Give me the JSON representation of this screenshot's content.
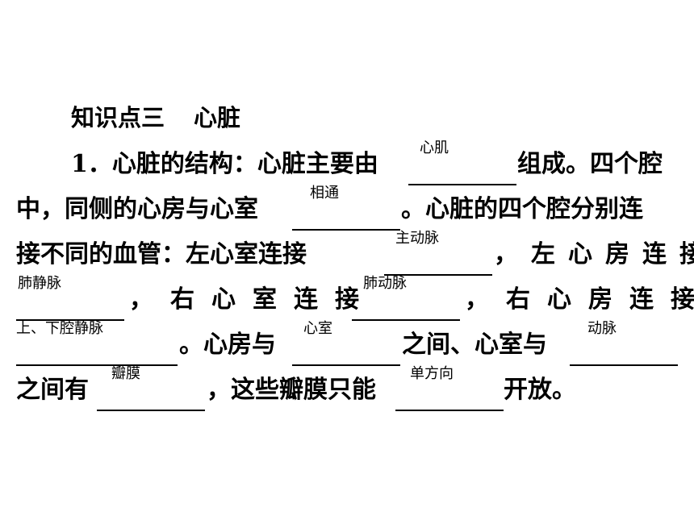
{
  "heading": {
    "title": "知识点三",
    "topic": "心脏"
  },
  "paragraph": {
    "l1a": "1．心脏的结构：心脏主要由",
    "l1b": "组成。四个腔",
    "l2a": "中，同侧的心房与心室",
    "l2b": "。心脏的四个腔分别连",
    "l3a": "接不同的血管：左心室连接",
    "l3b": "，左心房连接",
    "l4a": "，右心室连接",
    "l4b": "，右心房连接",
    "l5a": "。心房与",
    "l5b": "之间、心室与",
    "l6a": "之间有",
    "l6b": "，这些瓣膜只能",
    "l6c": "开放。"
  },
  "answers": {
    "a1": "心肌",
    "a2": "相通",
    "a3": "主动脉",
    "a4": "肺静脉",
    "a5": "肺动脉",
    "a6": "上、下腔静脉",
    "a7": "心室",
    "a8": "动脉",
    "a9": "瓣膜",
    "a10": "单方向"
  }
}
